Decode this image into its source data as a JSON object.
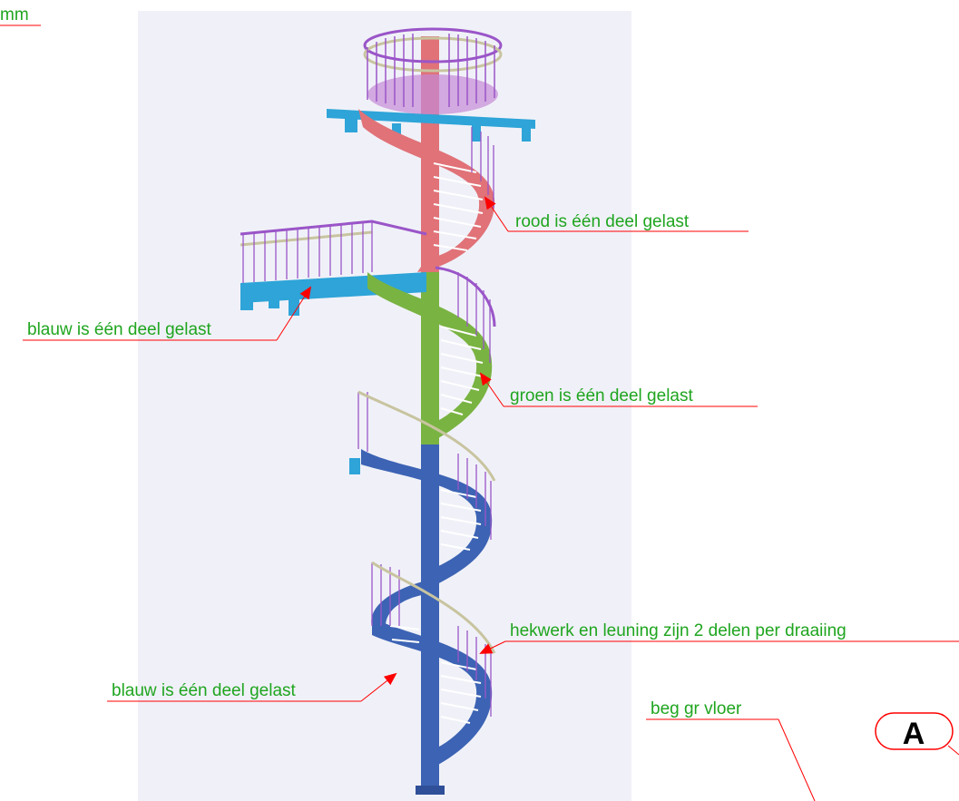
{
  "unit_label": "mm",
  "annotations": {
    "red": "rood is één deel gelast",
    "blue_top": "blauw is één deel gelast",
    "green": "groen is één deel gelast",
    "railing": "hekwerk en leuning zijn 2 delen per draaiing",
    "blue_bottom": "blauw is één deel gelast",
    "floor": "beg gr vloer"
  },
  "section_marker": "A",
  "colors": {
    "label_text": "#1fa51f",
    "leader_line": "#ff0000",
    "arrow": "#ff0000",
    "red_part": "#e07278",
    "blue_part": "#3c63b4",
    "green_part": "#79b342",
    "cyan_part": "#2ea4d8",
    "railing": "#9a55c8",
    "handrail": "#c8c4a0",
    "background_panel": "#f0f1f8"
  }
}
